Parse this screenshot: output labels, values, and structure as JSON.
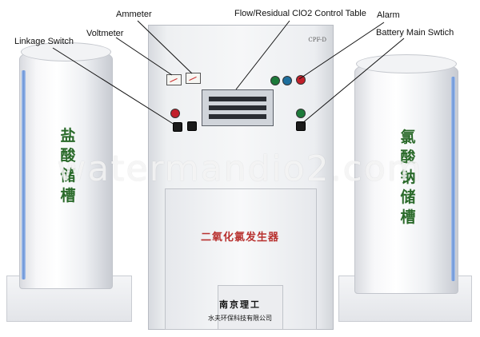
{
  "callouts": {
    "ammeter": "Ammeter",
    "flow_table": "Flow/Residual ClO2 Control Table",
    "alarm": "Alarm",
    "linkage_switch": "Linkage Switch",
    "voltmeter": "Voltmeter",
    "battery_main_switch": "Battery Main Swtich"
  },
  "cabinet": {
    "model": "CPF-D",
    "title": "二氧化氯发生器",
    "brand": "南京理工",
    "company": "水夫环保科技有限公司"
  },
  "tanks": {
    "left_label": "盐酸储槽",
    "right_label": "氯酸钠储槽"
  },
  "watermark": "watermandio2.com",
  "colors": {
    "tank_label": "#2a6a2a",
    "plate_title": "#b8312f",
    "leader_line": "#111111"
  }
}
